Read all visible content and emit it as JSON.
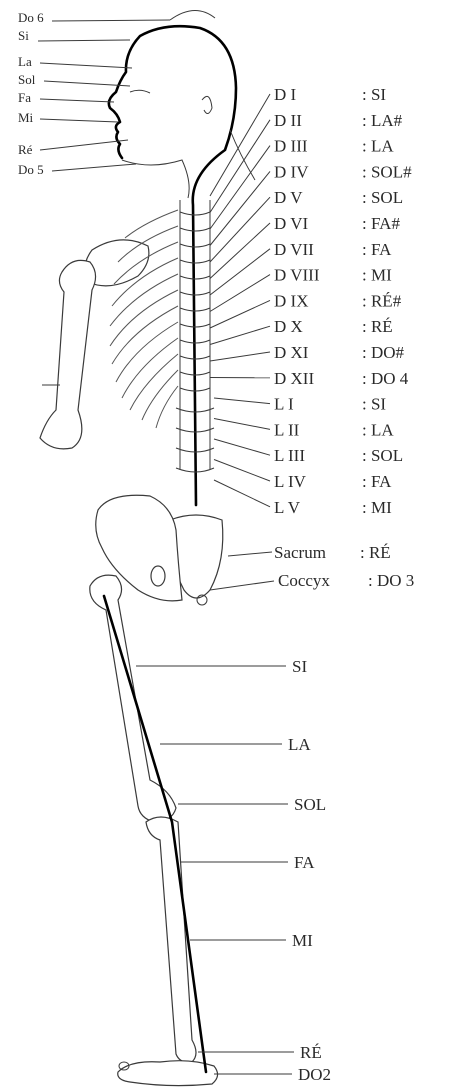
{
  "head_labels": [
    "Do 6",
    "Si",
    "La",
    "Sol",
    "Fa",
    "Mi",
    "Ré",
    "Do 5"
  ],
  "vertebrae": [
    {
      "name": "D I",
      "note": ": SI"
    },
    {
      "name": "D II",
      "note": ": LA#"
    },
    {
      "name": "D III",
      "note": ": LA"
    },
    {
      "name": "D IV",
      "note": ": SOL#"
    },
    {
      "name": "D V",
      "note": ": SOL"
    },
    {
      "name": "D VI",
      "note": ": FA#"
    },
    {
      "name": "D VII",
      "note": ": FA"
    },
    {
      "name": "D VIII",
      "note": ": MI"
    },
    {
      "name": "D IX",
      "note": ": RÉ#"
    },
    {
      "name": "D X",
      "note": ": RÉ"
    },
    {
      "name": "D XI",
      "note": ": DO#"
    },
    {
      "name": "D XII",
      "note": ": DO 4"
    },
    {
      "name": "L I",
      "note": ": SI"
    },
    {
      "name": "L II",
      "note": ": LA"
    },
    {
      "name": "L III",
      "note": ": SOL"
    },
    {
      "name": "L IV",
      "note": ": FA"
    },
    {
      "name": "L V",
      "note": ": MI"
    }
  ],
  "pelvis_labels": [
    {
      "name": "Sacrum",
      "note": ": RÉ"
    },
    {
      "name": "Coccyx",
      "note": ": DO 3"
    }
  ],
  "leg_labels": [
    "SI",
    "LA",
    "SOL",
    "FA",
    "MI",
    "RÉ",
    "DO2"
  ]
}
